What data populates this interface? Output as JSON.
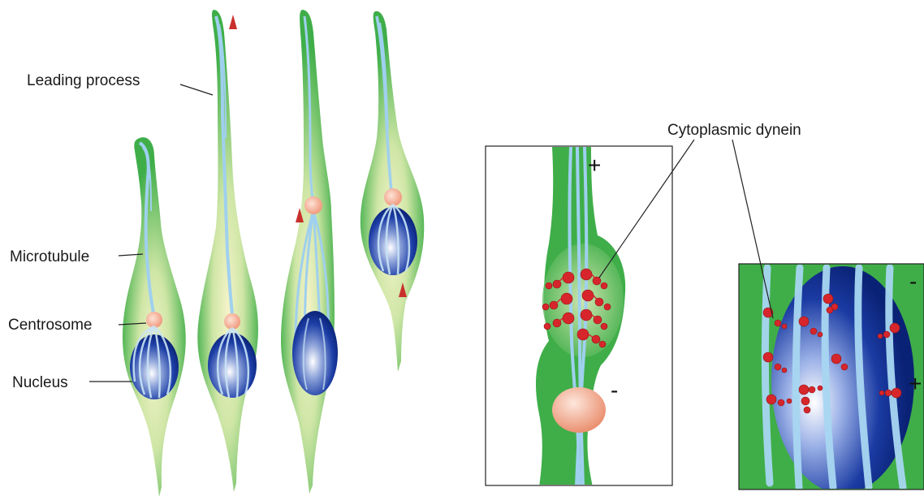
{
  "labels": {
    "leading_process": "Leading process",
    "microtubule": "Microtubule",
    "centrosome": "Centrosome",
    "nucleus": "Nucleus",
    "cytoplasmic_dynein": "Cytoplasmic dynein"
  },
  "signs": {
    "middle_plus": "+",
    "middle_minus": "-",
    "right_minus": "-",
    "right_plus": "+"
  },
  "colors": {
    "cell_green": "#3fae49",
    "microtubule_blue": "#9fd0ee",
    "nucleus_blue": "#0b2a8a",
    "centrosome": "#f3a489",
    "dynein_red": "#d7262b",
    "arrow_red": "#c9302c"
  }
}
